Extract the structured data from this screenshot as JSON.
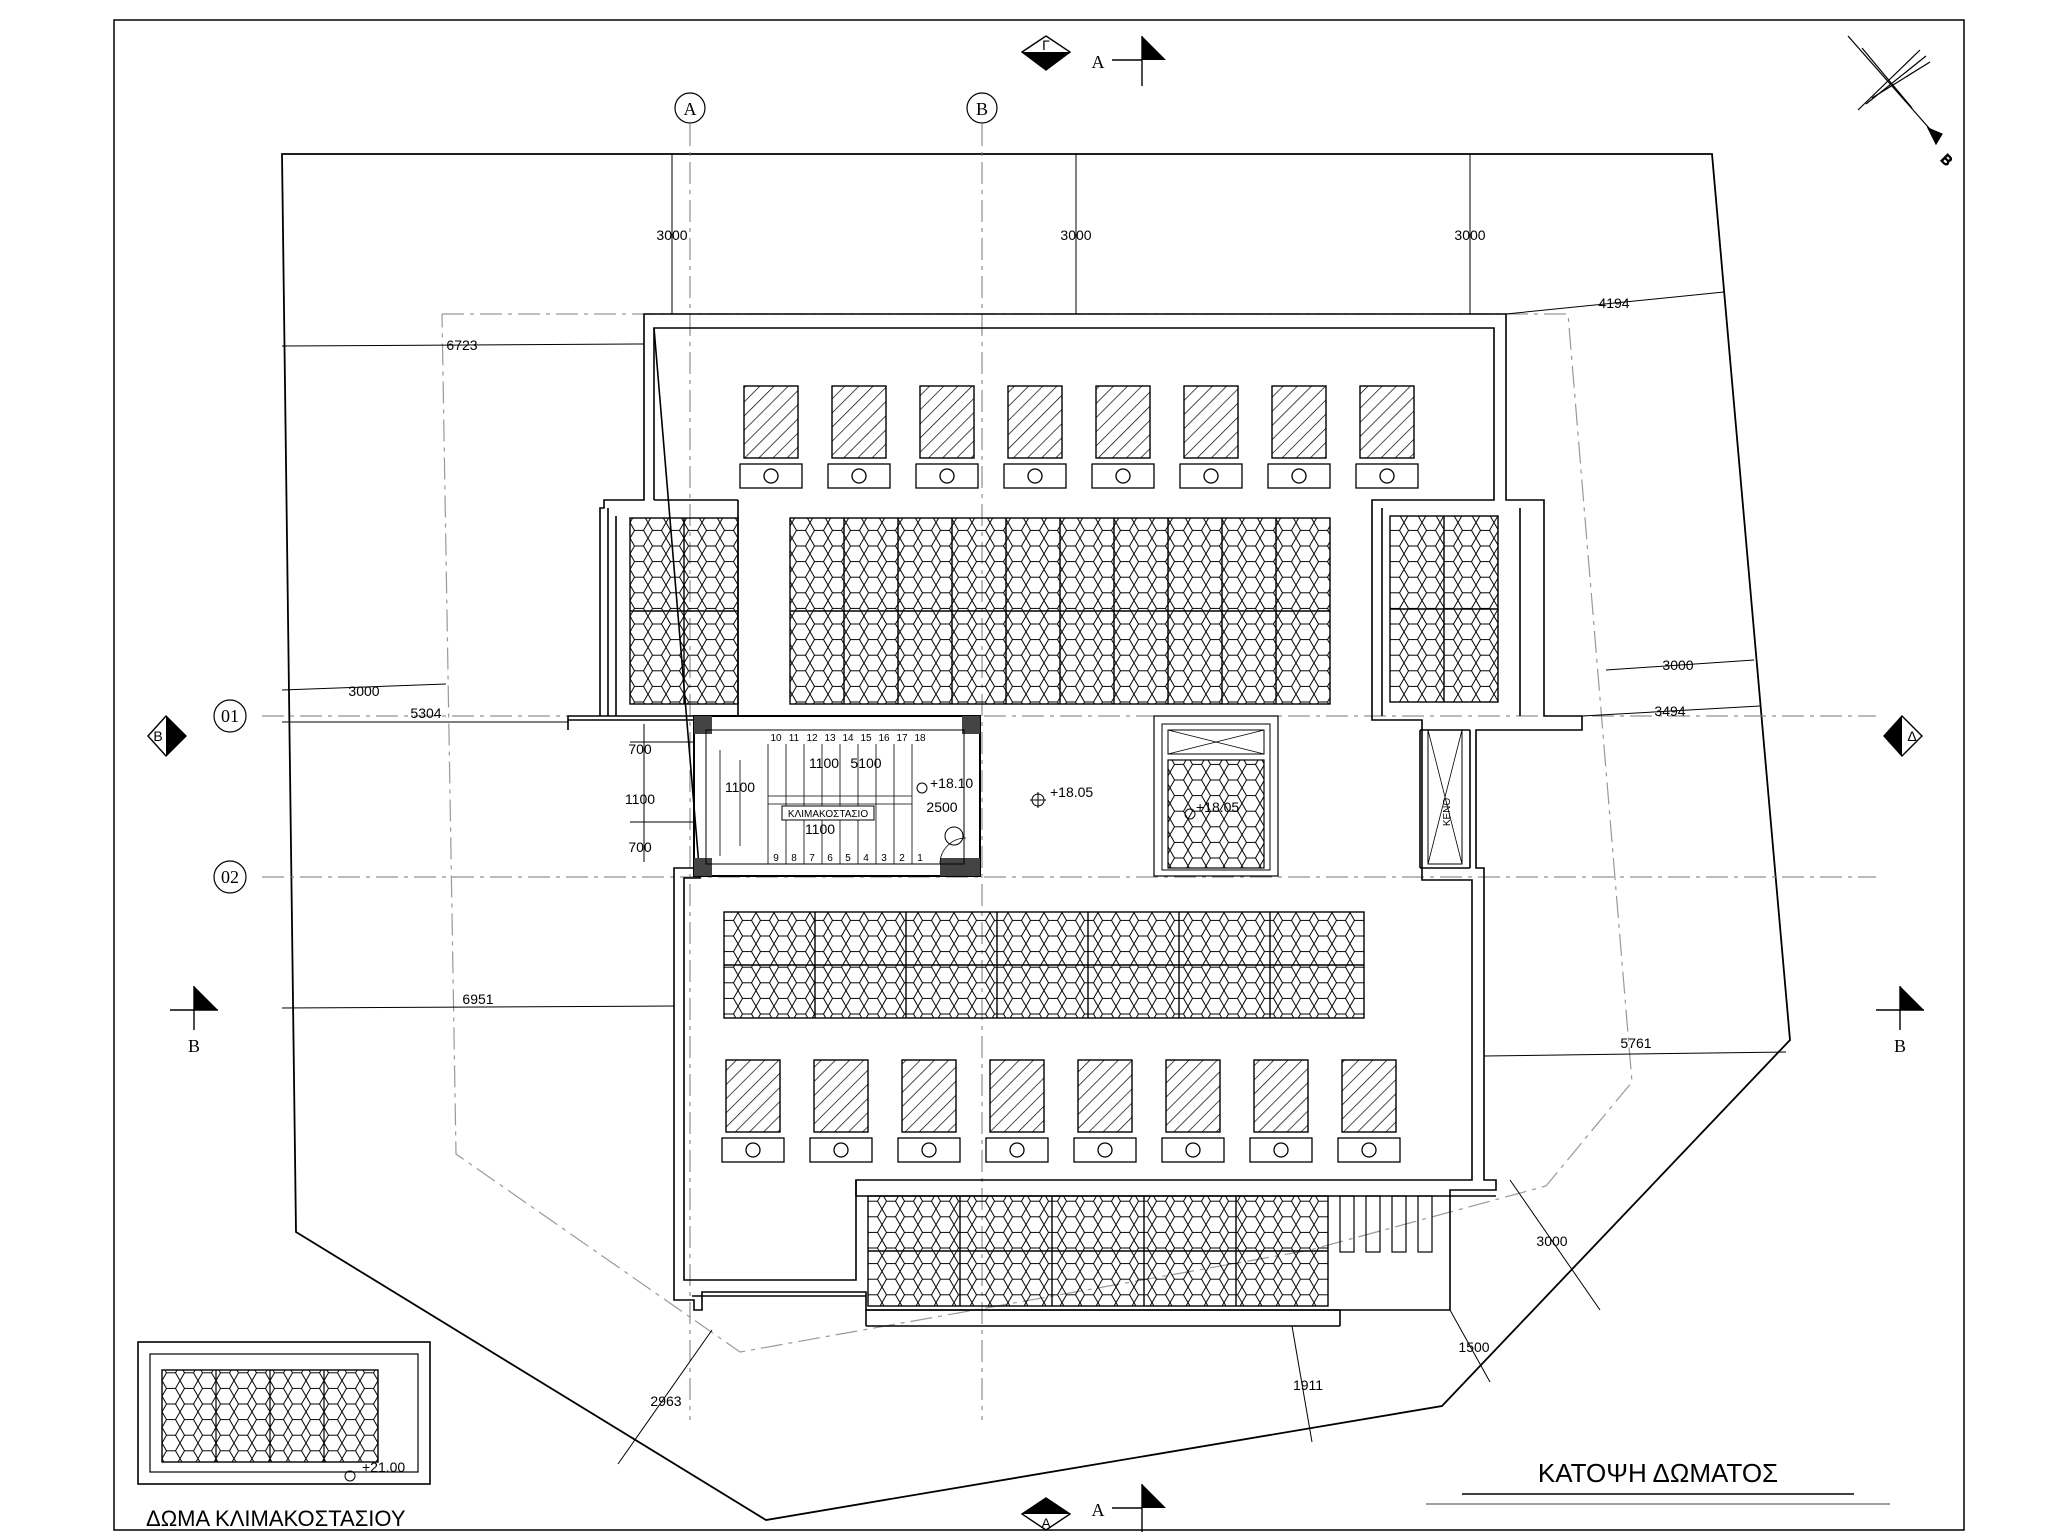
{
  "title": "ΚΑΤΟΨΗ ΔΩΜΑΤΟΣ",
  "inset_title": "ΔΩΜΑ ΚΛΙΜΑΚΟΣΤΑΣΙΟΥ",
  "grid": {
    "col_a": "A",
    "col_b": "B",
    "row_01": "01",
    "row_02": "02"
  },
  "section_marks": {
    "top_a": "A",
    "top_gamma": "Γ",
    "bottom_a": "A",
    "bottom_alpha": "A",
    "left_b": "B",
    "left_beta": "B",
    "right_b": "B",
    "right_delta": "Δ"
  },
  "north": "B",
  "dimensions": {
    "top_left": "3000",
    "top_mid": "3000",
    "top_right": "3000",
    "d6723": "6723",
    "d4194": "4194",
    "d3000_left": "3000",
    "d5304": "5304",
    "d3000_right": "3000",
    "d3494": "3494",
    "d700_top": "700",
    "d1100_mid": "1100",
    "d700_bot": "700",
    "d6951": "6951",
    "d5761": "5761",
    "d3000_se": "3000",
    "d1500": "1500",
    "d1911": "1911",
    "d2963": "2963"
  },
  "stair": {
    "label": "ΚΛΙΜΑΚΟΣΤΑΣΙΟ",
    "d1100_a": "1100",
    "d5100": "5100",
    "d1100_b": "1100",
    "d1100_c": "1100",
    "d2500": "2500",
    "top_steps": [
      "10",
      "11",
      "12",
      "13",
      "14",
      "15",
      "16",
      "17",
      "18"
    ],
    "bottom_steps": [
      "9",
      "8",
      "7",
      "6",
      "5",
      "4",
      "3",
      "2",
      "1"
    ]
  },
  "levels": {
    "stair_level": "+18.10",
    "roof_level": "+18.05",
    "skylight_level": "+18.05",
    "inset_level": "+21.00"
  },
  "void_label": "ΚΕΝΟ"
}
